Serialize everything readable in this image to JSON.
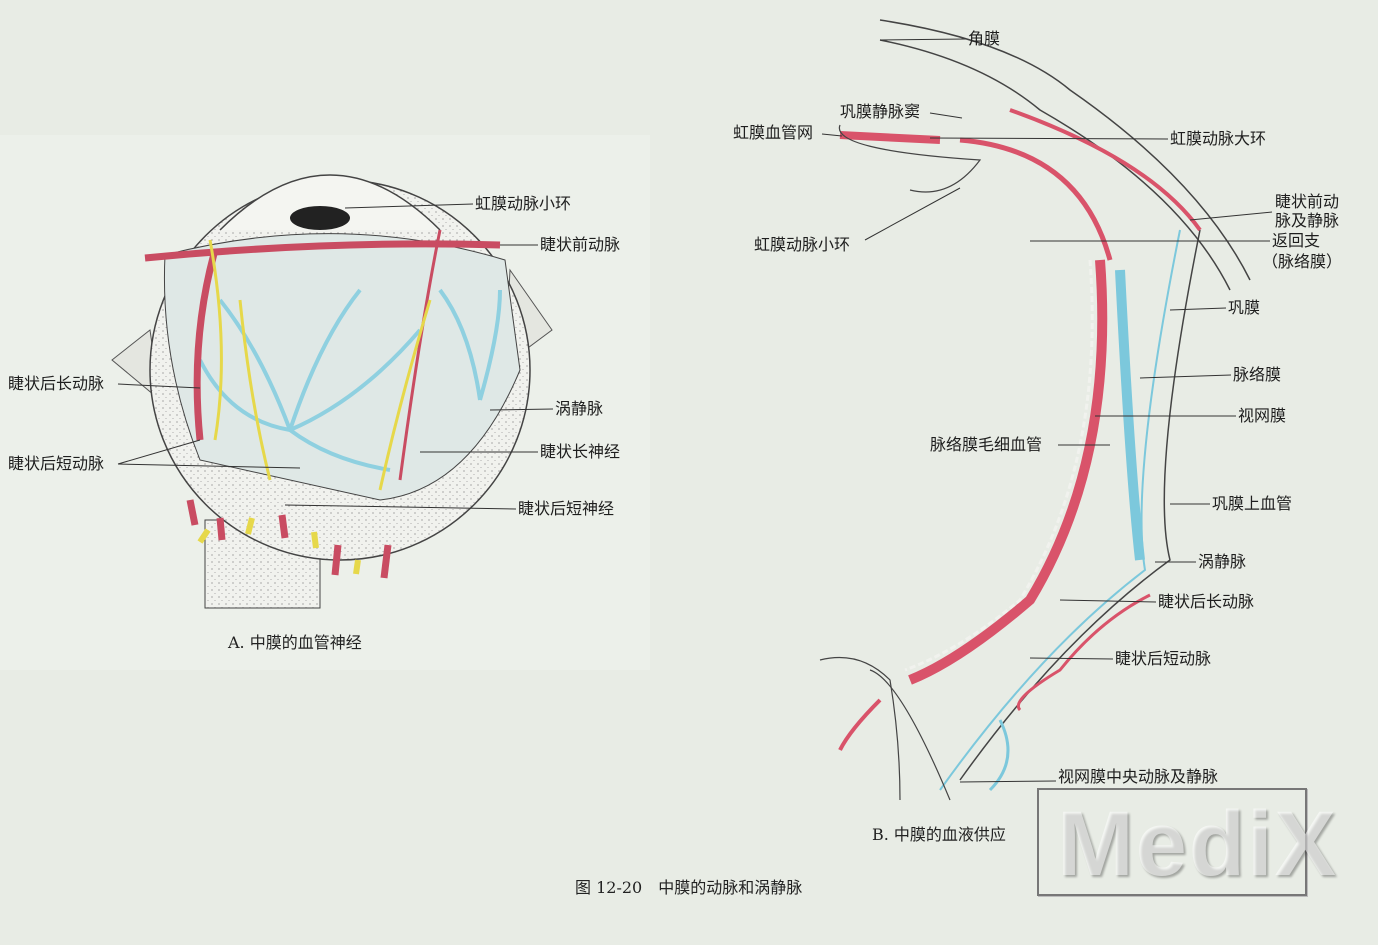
{
  "figure": {
    "caption": "图 12-20　中膜的动脉和涡静脉",
    "watermark": "MediX",
    "colors": {
      "artery": "#d9536a",
      "vein": "#7cc8dc",
      "nerve": "#e6d84a",
      "line": "#333333",
      "background": "#e8ece5"
    }
  },
  "panel_a": {
    "subtitle": "A. 中膜的血管神经",
    "labels": {
      "minor_arterial_circle": "虹膜动脉小环",
      "anterior_ciliary_artery": "睫状前动脉",
      "long_posterior_ciliary_artery": "睫状后长动脉",
      "vortex_vein": "涡静脉",
      "short_posterior_ciliary_artery": "睫状后短动脉",
      "long_ciliary_nerve": "睫状长神经",
      "short_ciliary_nerve": "睫状后短神经"
    }
  },
  "panel_b": {
    "subtitle": "B. 中膜的血液供应",
    "labels": {
      "cornea": "角膜",
      "scleral_venous_sinus": "巩膜静脉窦",
      "iris_vascular_network": "虹膜血管网",
      "major_arterial_circle": "虹膜动脉大环",
      "minor_arterial_circle": "虹膜动脉小环",
      "anterior_ciliary_line1": "睫状前动",
      "anterior_ciliary_line2": "脉及静脉",
      "recurrent_branch": "返回支",
      "recurrent_branch_note": "（脉络膜）",
      "sclera": "巩膜",
      "choroid": "脉络膜",
      "retina": "视网膜",
      "choriocapillaris": "脉络膜毛细血管",
      "episcleral_vessels": "巩膜上血管",
      "vortex_vein": "涡静脉",
      "long_posterior_ciliary_artery": "睫状后长动脉",
      "short_posterior_ciliary_artery": "睫状后短动脉",
      "central_retinal_vessels": "视网膜中央动脉及静脉"
    }
  }
}
